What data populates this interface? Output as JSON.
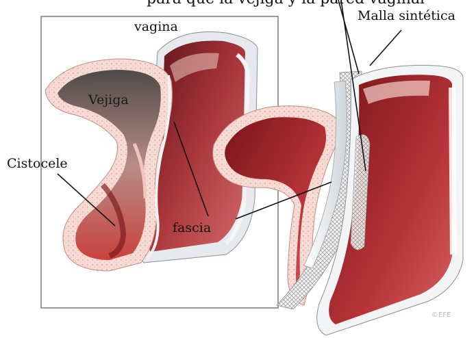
{
  "labels": {
    "top_cut": "para que la vejiga y la pared vaginal",
    "vagina": "vagina",
    "vejiga": "Vejiga",
    "cistocele": "Cistocele",
    "fascia": "fascia",
    "malla": "Malla sintética",
    "signature": "©EFE"
  },
  "colors": {
    "tissue_dark": "#8f1f24",
    "tissue_mid": "#c24a4c",
    "tissue_light": "#f3c5c1",
    "wall_pink": "#f7d9d3",
    "fascia_white": "#e9ecef",
    "mesh_gray": "#d7d7d7",
    "frame": "#7a7a7a"
  }
}
